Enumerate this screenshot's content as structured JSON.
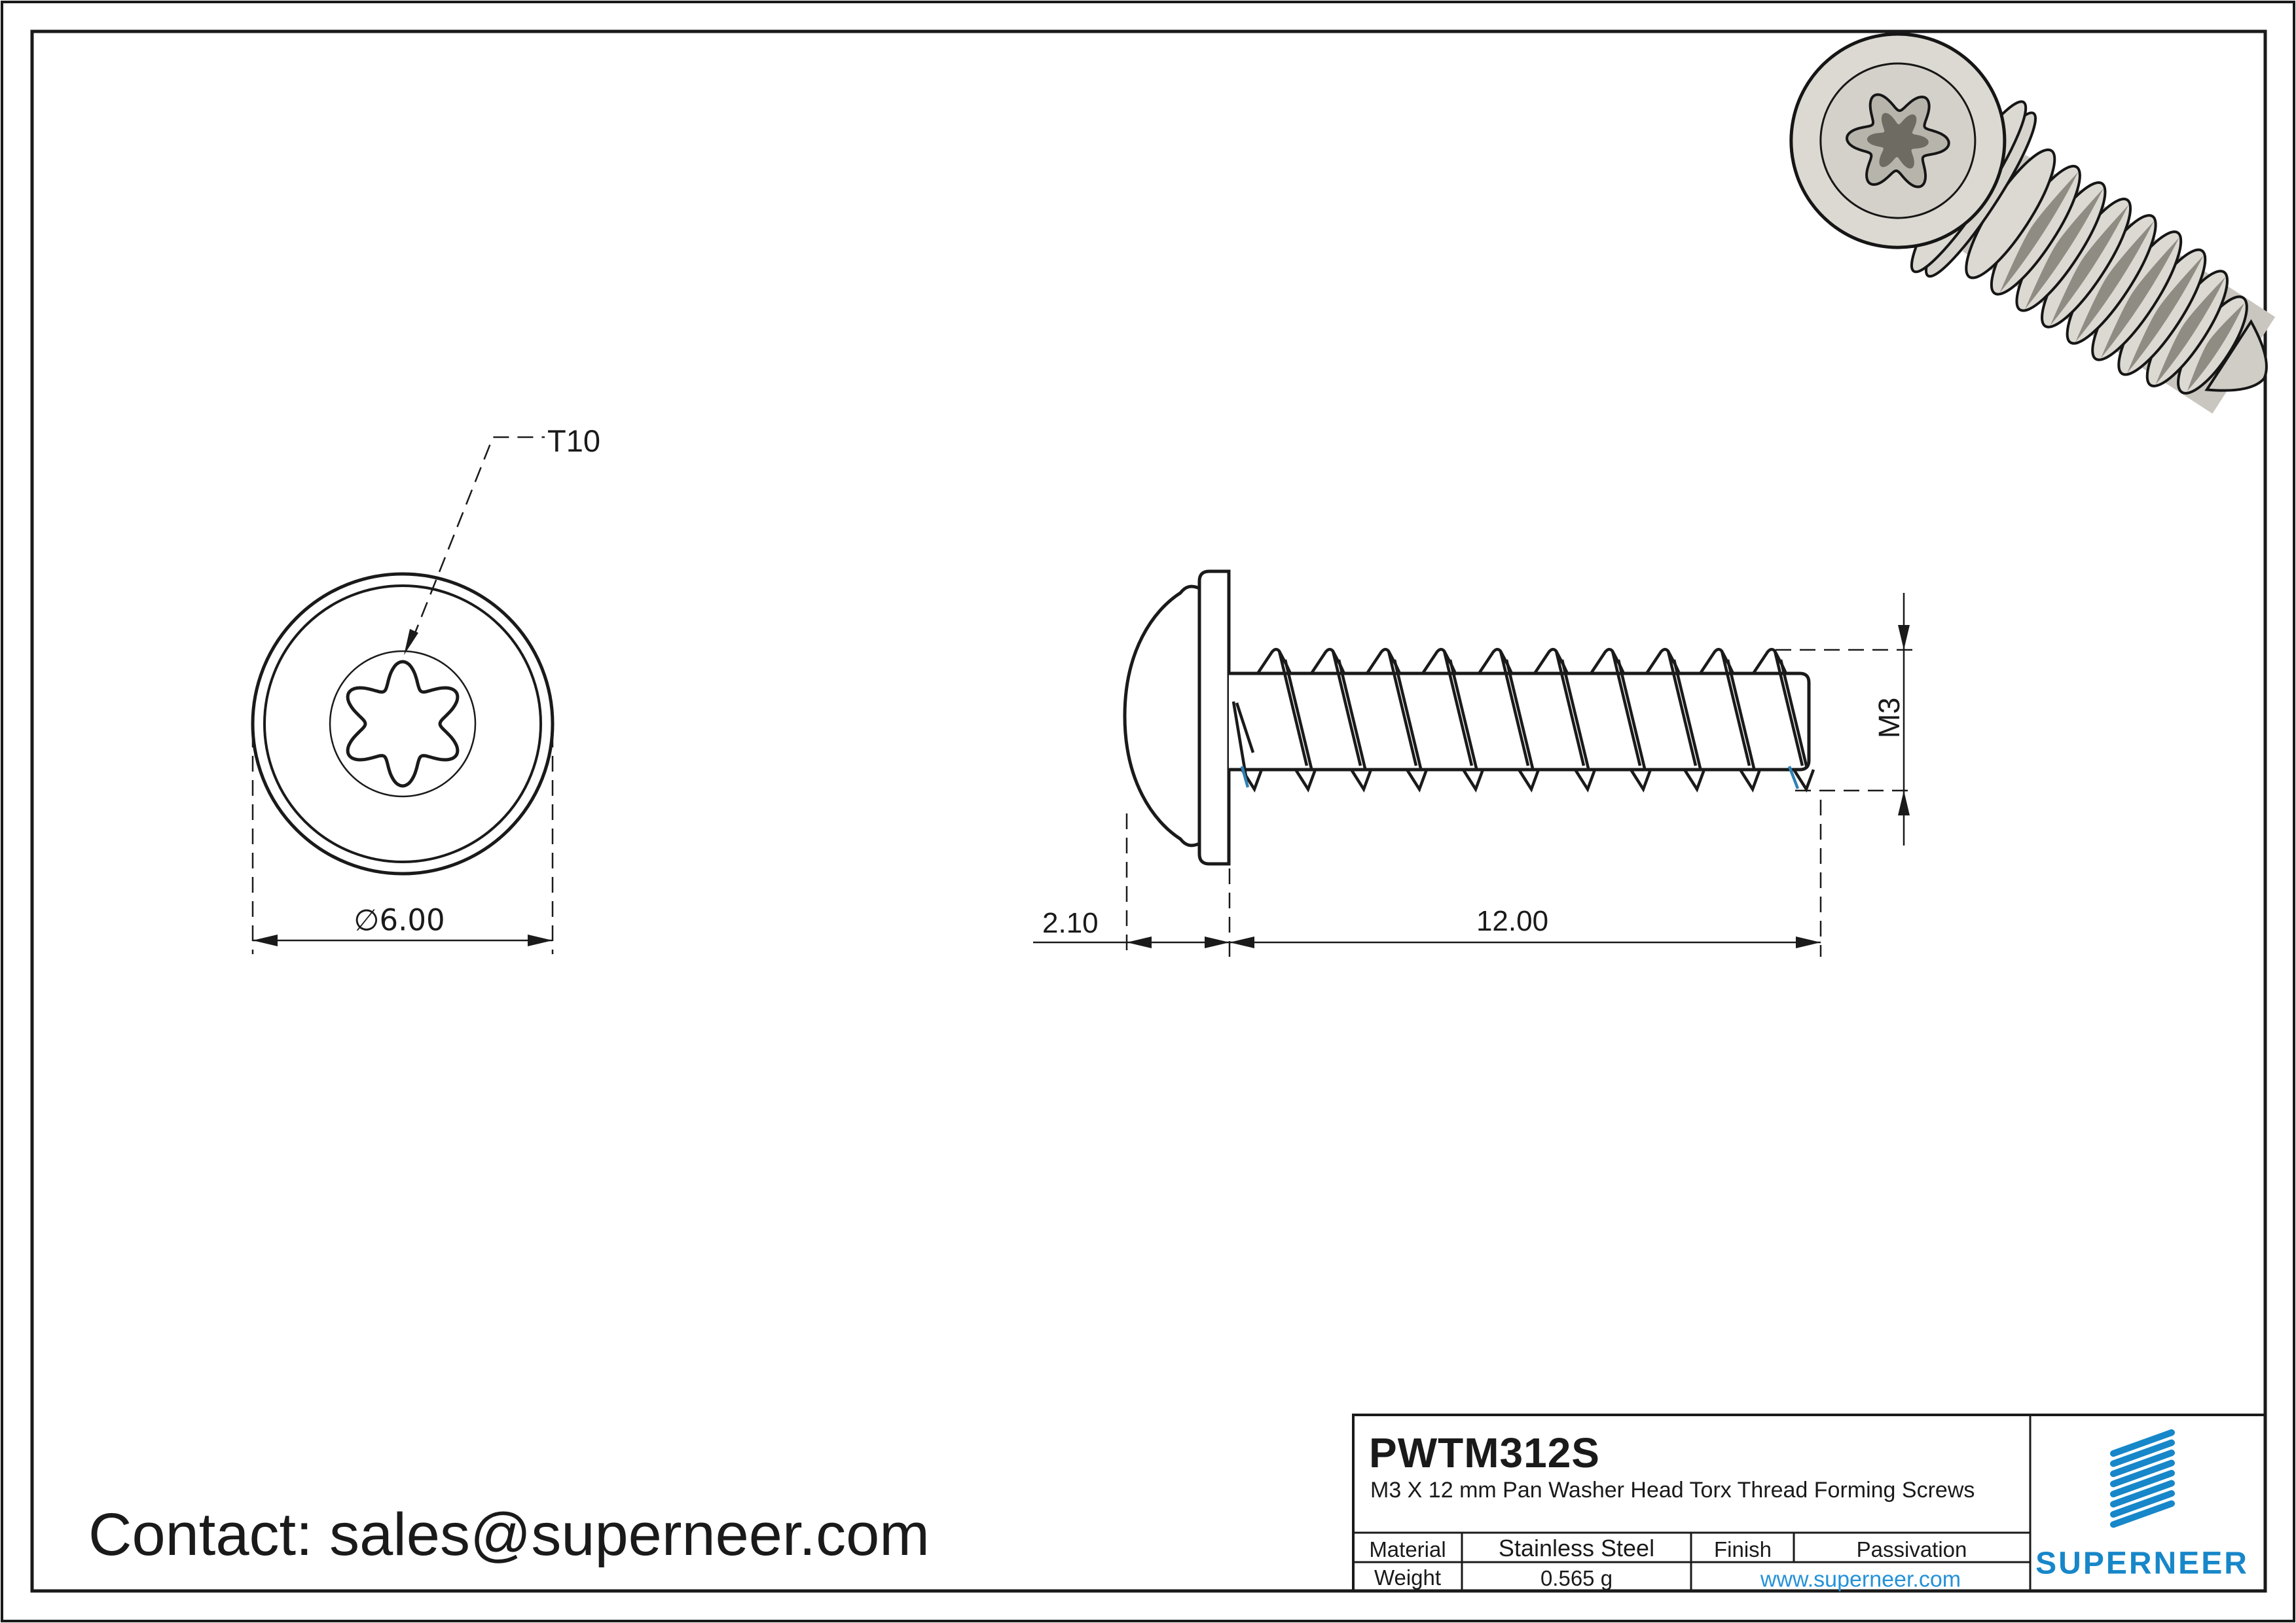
{
  "page": {
    "contact": "Contact: sales@superneer.com"
  },
  "front_view": {
    "drive_label": "T10",
    "diameter_label": "∅6.00"
  },
  "side_view": {
    "head_height_label": "2.10",
    "length_label": "12.00",
    "thread_size_label": "M3"
  },
  "title_block": {
    "part_number": "PWTM312S",
    "description": "M3 X 12 mm Pan Washer Head Torx Thread Forming Screws",
    "material_label": "Material",
    "material_value": "Stainless Steel",
    "finish_label": "Finish",
    "finish_value": "Passivation",
    "weight_label": "Weight",
    "weight_value": "0.565 g",
    "website": "www.superneer.com",
    "brand": "SUPERNEER"
  },
  "colors": {
    "line": "#1a1a1a",
    "link_blue": "#2492d8",
    "brand_blue": "#1787c9",
    "thread_accent": "#2e82b5",
    "metal_light": "#dcd9d2",
    "metal_dark": "#8f8c84"
  }
}
